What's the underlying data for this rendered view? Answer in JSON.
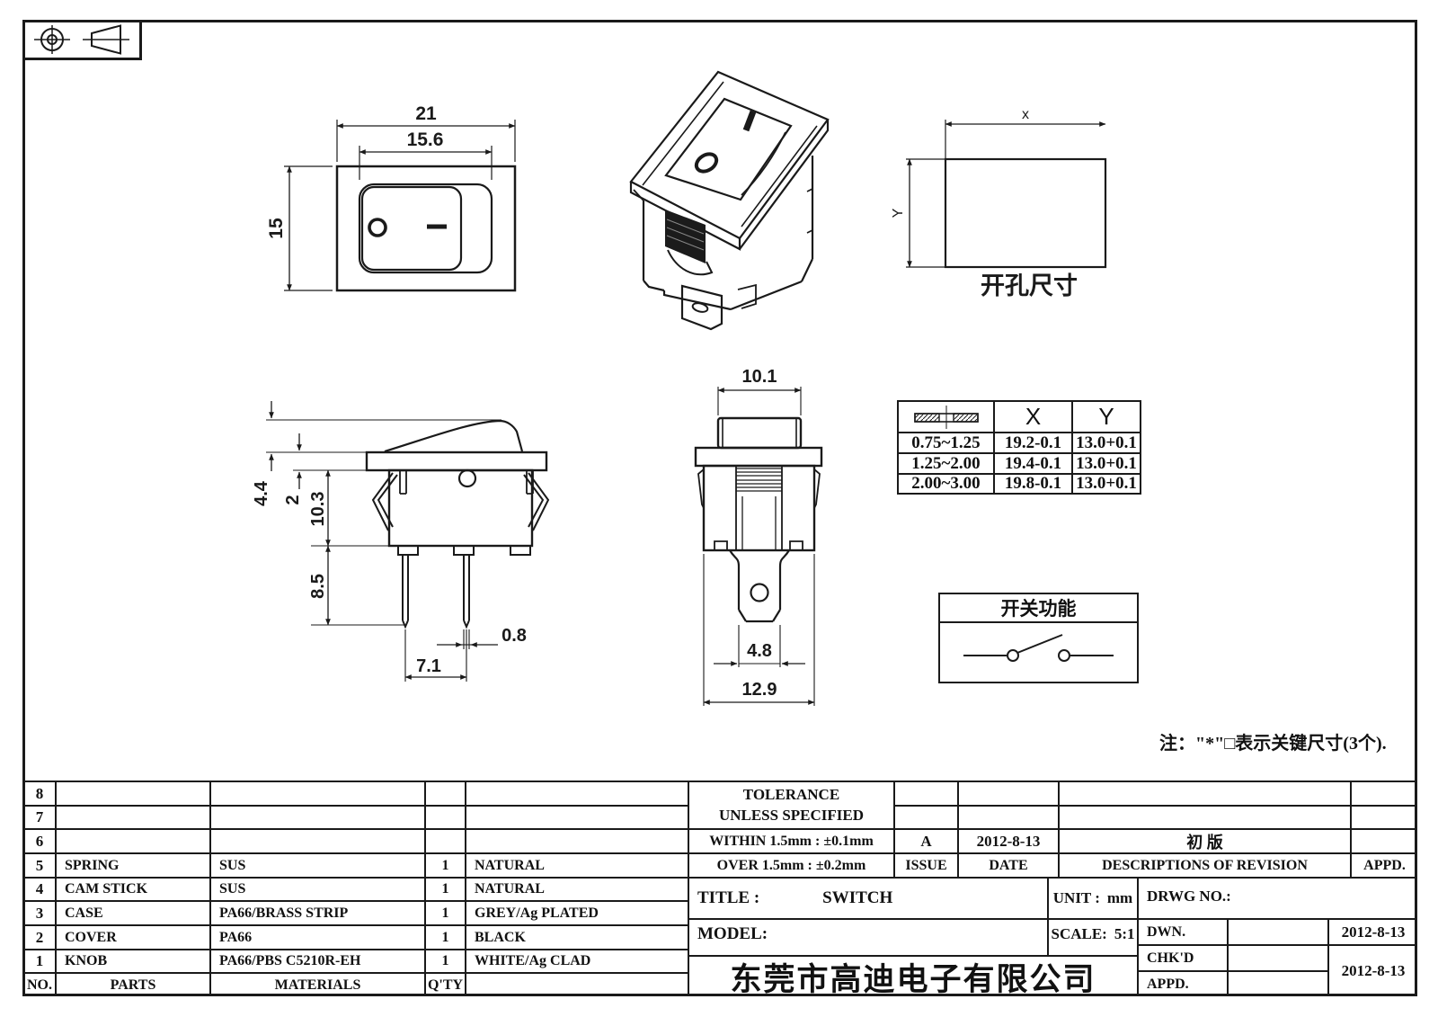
{
  "colors": {
    "line": "#1a1a1a",
    "background": "#ffffff"
  },
  "views": {
    "front": {
      "dim_width": "21",
      "dim_inner_width": "15.6",
      "dim_height": "15"
    },
    "cutout": {
      "dim_x": "x",
      "dim_y": "Y",
      "caption": "开孔尺寸"
    },
    "side": {
      "dim_rocker_height": "4.4",
      "dim_flange_thickness": "2",
      "dim_body_depth": "10.3",
      "dim_pin_length": "8.5",
      "dim_pin_width": "0.8",
      "dim_pin_pitch": "7.1"
    },
    "end": {
      "dim_rocker_width": "10.1",
      "dim_terminal_width": "4.8",
      "dim_body_width": "12.9"
    }
  },
  "cutout_table": {
    "col_x": "X",
    "col_y": "Y",
    "rows": [
      {
        "panel": "0.75~1.25",
        "x": "19.2-0.1",
        "y": "13.0+0.1"
      },
      {
        "panel": "1.25~2.00",
        "x": "19.4-0.1",
        "y": "13.0+0.1"
      },
      {
        "panel": "2.00~3.00",
        "x": "19.8-0.1",
        "y": "13.0+0.1"
      }
    ]
  },
  "function_box": {
    "title": "开关功能"
  },
  "note": "注：\"*\"□表示关键尺寸(3个).",
  "parts_table": {
    "header": {
      "no": "NO.",
      "parts": "PARTS",
      "materials": "MATERIALS",
      "qty": "Q'TY",
      "remark": ""
    },
    "rows": [
      {
        "no": "8",
        "parts": "",
        "materials": "",
        "qty": "",
        "remark": ""
      },
      {
        "no": "7",
        "parts": "",
        "materials": "",
        "qty": "",
        "remark": ""
      },
      {
        "no": "6",
        "parts": "",
        "materials": "",
        "qty": "",
        "remark": ""
      },
      {
        "no": "5",
        "parts": "SPRING",
        "materials": "SUS",
        "qty": "1",
        "remark": "NATURAL"
      },
      {
        "no": "4",
        "parts": "CAM STICK",
        "materials": "SUS",
        "qty": "1",
        "remark": "NATURAL"
      },
      {
        "no": "3",
        "parts": "CASE",
        "materials": "PA66/BRASS STRIP",
        "qty": "1",
        "remark": "GREY/Ag PLATED"
      },
      {
        "no": "2",
        "parts": "COVER",
        "materials": "PA66",
        "qty": "1",
        "remark": "BLACK"
      },
      {
        "no": "1",
        "parts": "KNOB",
        "materials": "PA66/PBS C5210R-EH",
        "qty": "1",
        "remark": "WHITE/Ag CLAD"
      }
    ]
  },
  "tolerance": {
    "title1": "TOLERANCE",
    "title2": "UNLESS  SPECIFIED",
    "within": "WITHIN 1.5mm : ±0.1mm",
    "over": "OVER 1.5mm : ±0.2mm"
  },
  "revision": {
    "issue_value": "A",
    "date_value": "2012-8-13",
    "description_value": "初  版",
    "appd_value": "",
    "issue_label": "ISSUE",
    "date_label": "DATE",
    "description_label": "DESCRIPTIONS OF REVISION",
    "appd_label": "APPD."
  },
  "title_block": {
    "title_label": "TITLE :",
    "title_value": "SWITCH",
    "unit_label": "UNIT :",
    "unit_value": "mm",
    "drwg_label": "DRWG NO.:",
    "model_label": "MODEL:",
    "scale_label": "SCALE:",
    "scale_value": "5:1",
    "company": "东莞市高迪电子有限公司",
    "sign_rows": [
      {
        "label": "DWN.",
        "date": "2012-8-13"
      },
      {
        "label": "CHK'D",
        "date": "2012-8-13"
      },
      {
        "label": "APPD.",
        "date": ""
      }
    ]
  }
}
